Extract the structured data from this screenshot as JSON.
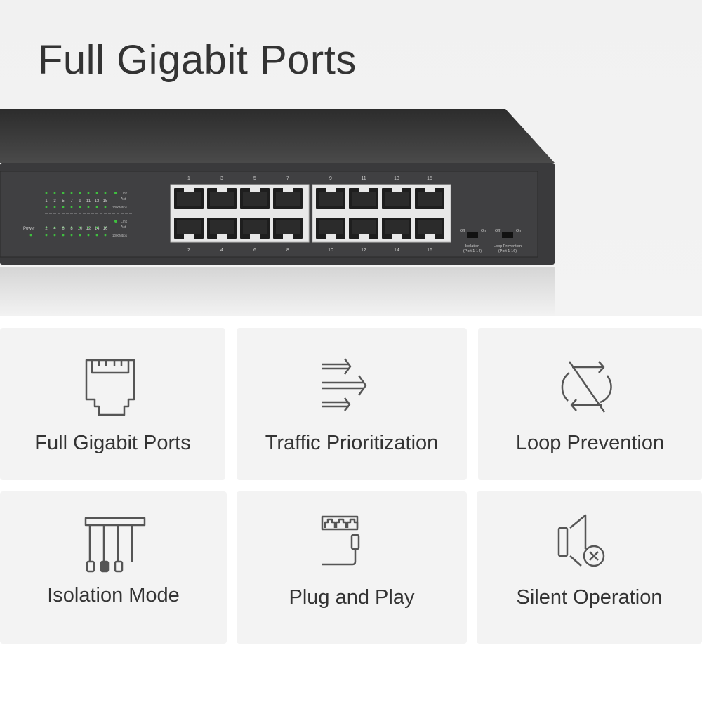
{
  "title": "Full Gigabit Ports",
  "switch": {
    "top_ports": [
      "1",
      "3",
      "5",
      "7",
      "9",
      "11",
      "13",
      "15"
    ],
    "bottom_ports": [
      "2",
      "4",
      "6",
      "8",
      "10",
      "12",
      "14",
      "16"
    ],
    "led_labels": {
      "link": "Link",
      "act": "Act",
      "speed": "1000Mbps",
      "power": "Power"
    },
    "switches": [
      {
        "off": "Off",
        "on": "On",
        "name": "Isolation",
        "range": "(Port 1-14)"
      },
      {
        "off": "Off",
        "on": "On",
        "name": "Loop Prevention",
        "range": "(Port 1-16)"
      }
    ],
    "led_color": "#3fbf3f"
  },
  "features": [
    {
      "label": "Full Gigabit Ports",
      "icon": "ethernet-port-icon"
    },
    {
      "label": "Traffic Prioritization",
      "icon": "priority-arrows-icon"
    },
    {
      "label": "Loop Prevention",
      "icon": "loop-prevention-icon"
    },
    {
      "label": "Isolation Mode",
      "icon": "isolation-icon"
    },
    {
      "label": "Plug and Play",
      "icon": "plug-and-play-icon"
    },
    {
      "label": "Silent Operation",
      "icon": "silent-icon"
    }
  ]
}
